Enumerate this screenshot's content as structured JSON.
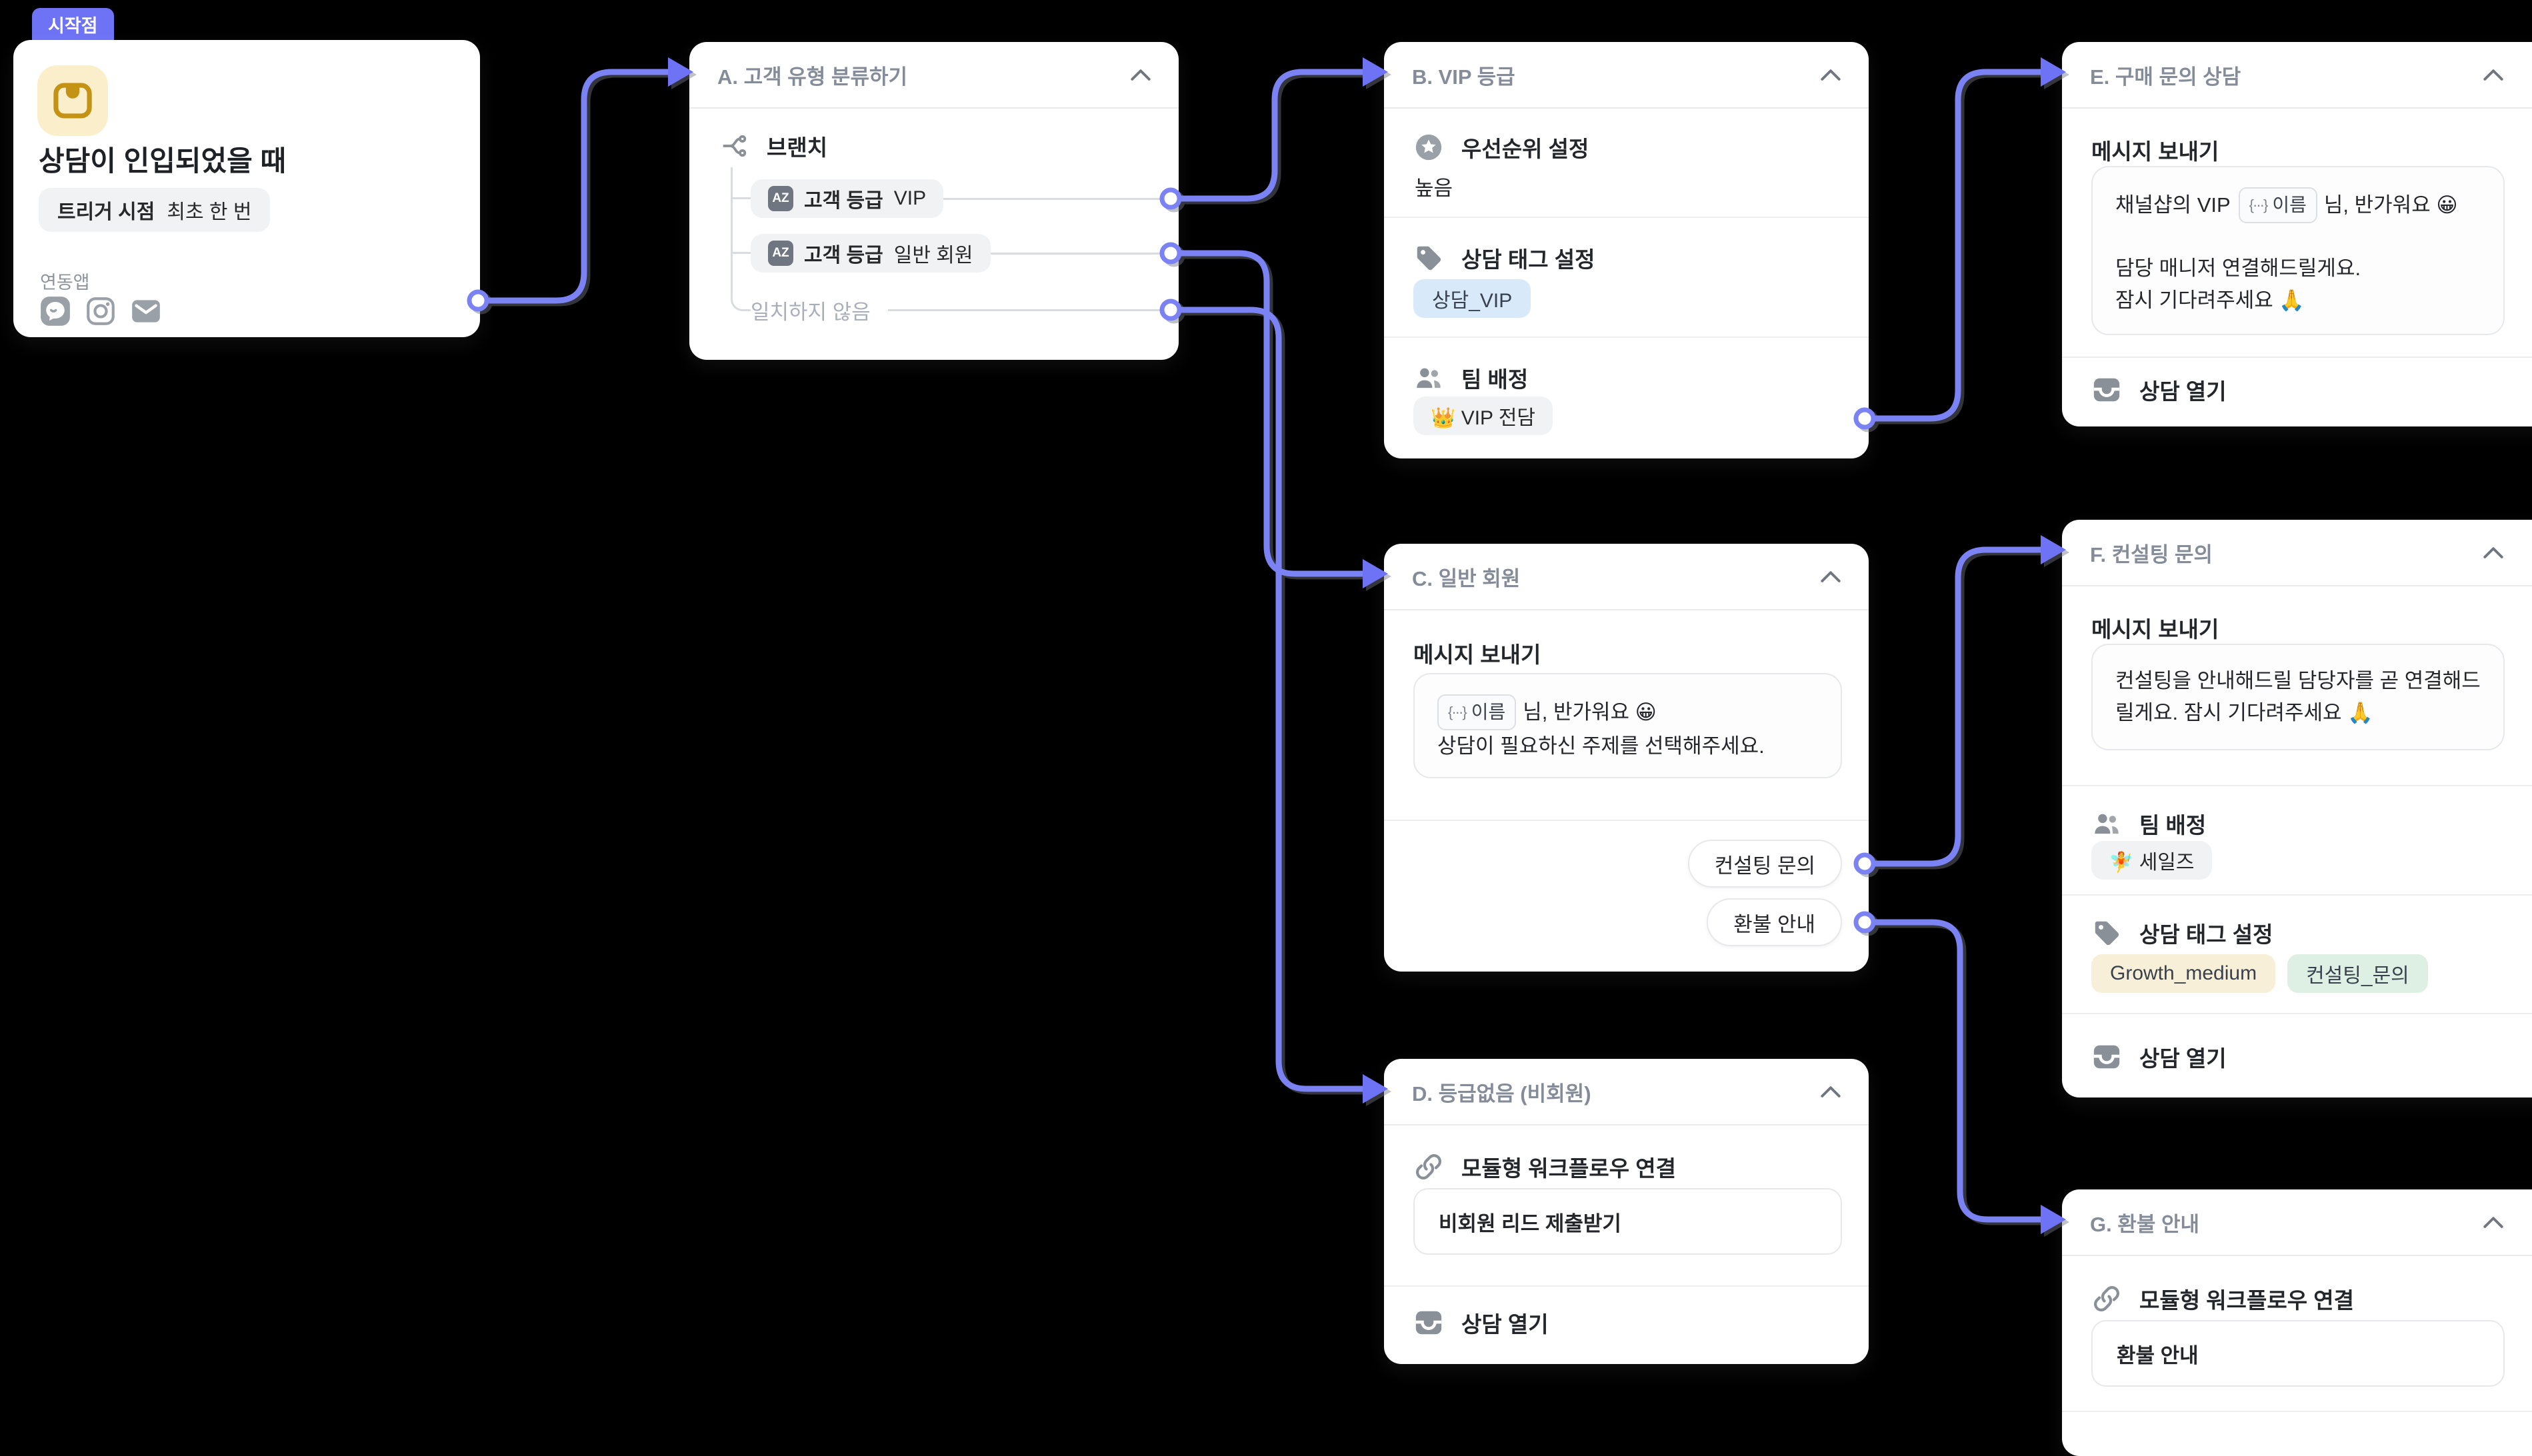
{
  "colors": {
    "accent_purple": "#6d73f4",
    "connector_purple": "#7b83f4",
    "tag_blue_bg": "#d8e9fa",
    "tag_cream_bg": "#f8efd8",
    "tag_green_bg": "#def0e4",
    "start_icon_bg": "#fbeecb",
    "start_icon_fg": "#c49316"
  },
  "start_card": {
    "badge": "시작점",
    "title": "상담이 인입되었을 때",
    "trigger_label": "트리거 시점",
    "trigger_value": "최초 한 번",
    "apps_label": "연동앱",
    "app_icons": [
      "channel-talk-icon",
      "instagram-icon",
      "mail-icon"
    ]
  },
  "nodes": {
    "a": {
      "title": "A. 고객 유형 분류하기",
      "branch_label": "브랜치",
      "branches": [
        {
          "badge": "AZ",
          "label": "고객 등급",
          "value": "VIP"
        },
        {
          "badge": "AZ",
          "label": "고객 등급",
          "value": "일반 회원"
        }
      ],
      "fallback": "일치하지 않음"
    },
    "b": {
      "title": "B. VIP 등급",
      "priority_label": "우선순위 설정",
      "priority_value": "높음",
      "tag_label": "상담 태그 설정",
      "tags": [
        "상담_VIP"
      ],
      "team_label": "팀 배정",
      "team_value": "👑 VIP 전담"
    },
    "c": {
      "title": "C. 일반 회원",
      "message_label": "메시지 보내기",
      "chip_icon": "{···}",
      "chip_text": "이름",
      "line1_after_chip": "님, 반가워요 😀",
      "line2": "상담이 필요하신 주제를 선택해주세요.",
      "buttons": [
        "컨설팅 문의",
        "환불 안내"
      ]
    },
    "d": {
      "title": "D. 등급없음 (비회원)",
      "module_label": "모듈형 워크플로우 연결",
      "module_value": "비회원 리드 제출받기",
      "open_label": "상담 열기"
    },
    "e": {
      "title": "E. 구매 문의 상담",
      "message_label": "메시지 보내기",
      "line1_before_chip": "채널샵의 VIP",
      "chip_icon": "{···}",
      "chip_text": "이름",
      "line1_after_chip": "님, 반가워요 😀",
      "line2": "담당 매니저 연결해드릴게요.",
      "line3": "잠시 기다려주세요 🙏",
      "open_label": "상담 열기"
    },
    "f": {
      "title": "F. 컨설팅 문의",
      "message_label": "메시지 보내기",
      "message": "컨설팅을 안내해드릴 담당자를 곧 연결해드릴게요. 잠시 기다려주세요 🙏",
      "team_label": "팀 배정",
      "team_value": "🧚 세일즈",
      "tag_label": "상담 태그 설정",
      "tags": [
        "Growth_medium",
        "컨설팅_문의"
      ],
      "open_label": "상담 열기"
    },
    "g": {
      "title": "G. 환불 안내",
      "module_label": "모듈형 워크플로우 연결",
      "module_value": "환불 안내"
    }
  }
}
